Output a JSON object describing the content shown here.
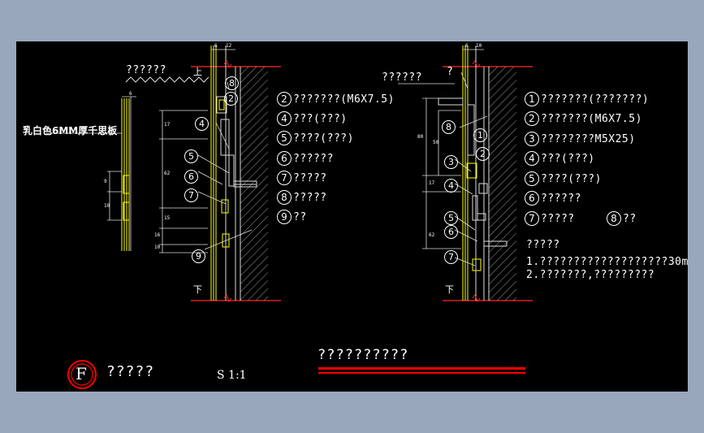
{
  "left_detail": {
    "top_note": "??????",
    "up_mark": "上",
    "bottom_mark": "下",
    "material_label": "乳白色6MM厚千思板",
    "legend": [
      {
        "n": "2",
        "text": "???????(M6X7.5)"
      },
      {
        "n": "4",
        "text": "???(???)"
      },
      {
        "n": "5",
        "text": "????(???)"
      },
      {
        "n": "6",
        "text": "??????"
      },
      {
        "n": "7",
        "text": "?????"
      },
      {
        "n": "8",
        "text": "?????"
      },
      {
        "n": "9",
        "text": "??"
      }
    ],
    "dims_top": [
      "6",
      "12"
    ],
    "dims_side": [
      "17",
      "62",
      "15",
      "16",
      "10"
    ],
    "dims_panel": [
      "6",
      "9",
      "10"
    ]
  },
  "right_detail": {
    "top_note": "??????",
    "question_mark": "?",
    "bottom_mark": "下",
    "legend": [
      {
        "n": "1",
        "text": "???????(???????)"
      },
      {
        "n": "2",
        "text": "???????(M6X7.5)"
      },
      {
        "n": "3",
        "text": "????????M5X25)"
      },
      {
        "n": "4",
        "text": "???(???)"
      },
      {
        "n": "5",
        "text": "????(???)"
      },
      {
        "n": "6",
        "text": "??????"
      },
      {
        "n": "7",
        "text": "?????"
      },
      {
        "n": "8",
        "text": "??"
      }
    ],
    "notes_title": "?????",
    "notes": [
      "1.???????????????????30mm",
      "2.???????,?????????"
    ],
    "dims_top": [
      "6",
      "10"
    ],
    "dims_side": [
      "80",
      "50",
      "17",
      "62"
    ]
  },
  "title_block": {
    "letter": "F",
    "name": "?????",
    "scale": "S 1:1",
    "drawing_title": "??????????"
  },
  "colors": {
    "background": "#000000",
    "frame": "#99a7bb",
    "wall_line": "#ff2a2a",
    "panel": "#ffff00",
    "title_bar": "#ff0000"
  }
}
